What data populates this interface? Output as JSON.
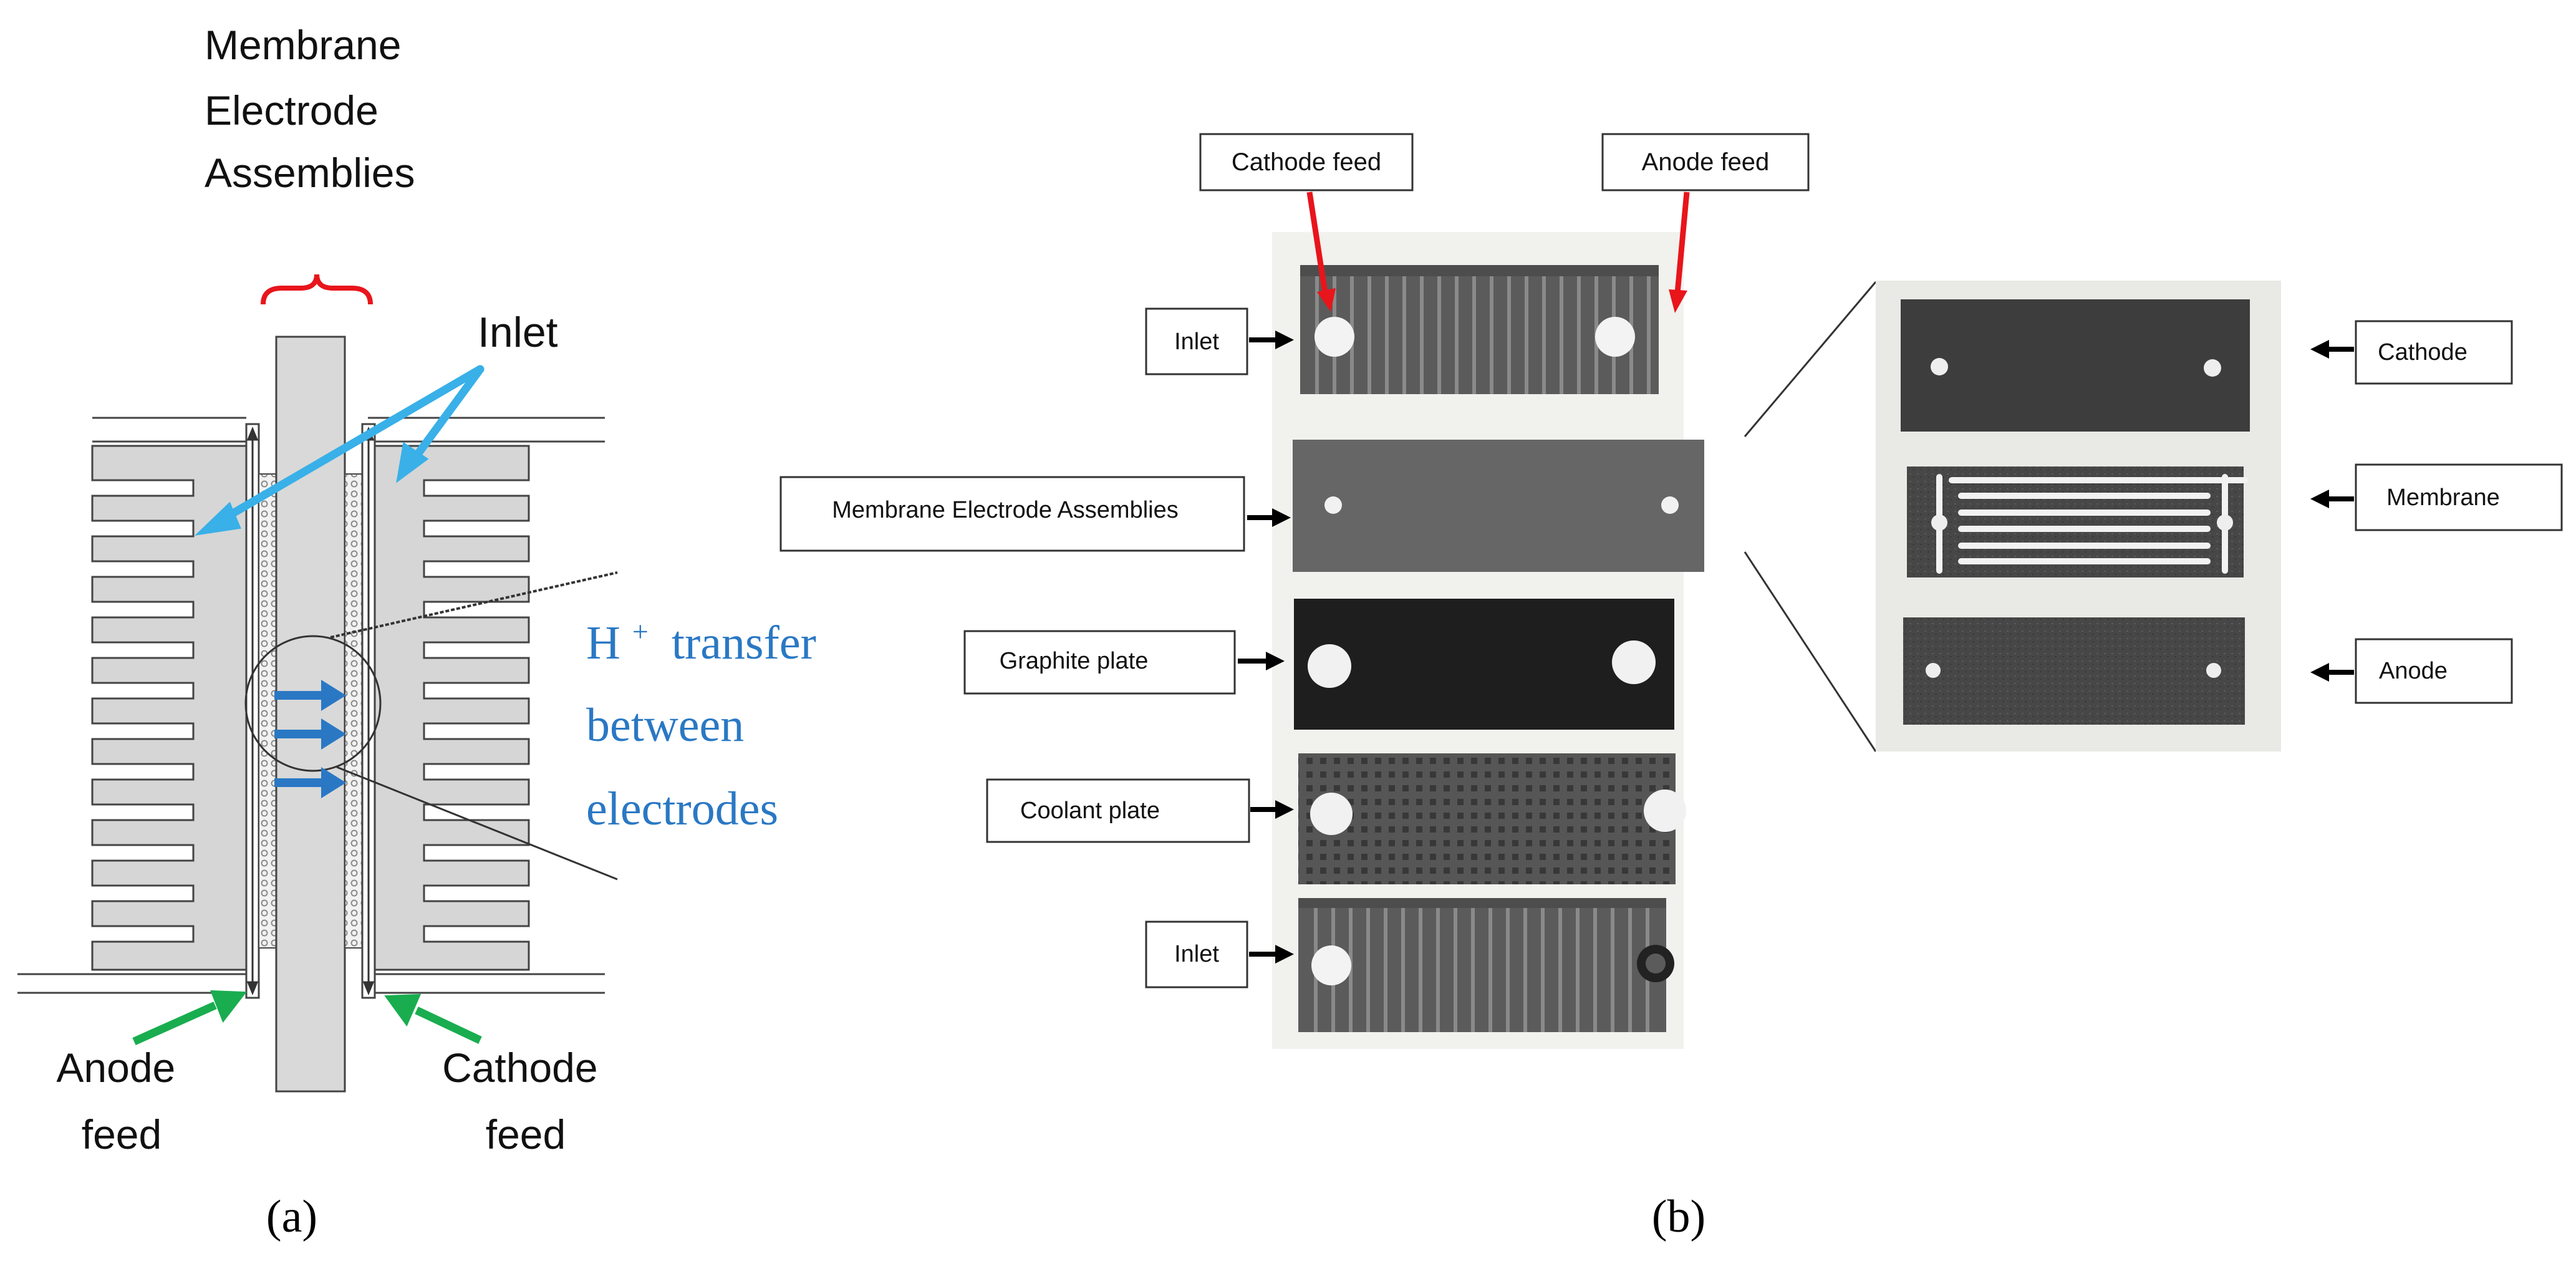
{
  "panel_a": {
    "title_lines": [
      "Membrane",
      "Electrode",
      "Assemblies"
    ],
    "inlet": "Inlet",
    "proton_lines": [
      "transfer",
      "between",
      "electrodes"
    ],
    "proton_symbol": "H",
    "proton_superscript": "+",
    "anode_feed_lines": [
      "Anode",
      "feed"
    ],
    "cathode_feed_lines": [
      "Cathode",
      "feed"
    ],
    "caption": "(a)",
    "colors": {
      "bracket": "#e8151b",
      "inlet_arrow": "#39b0e8",
      "proton": "#2a78c4",
      "feed_arrow": "#19ad4f",
      "plate": "#d6d6d6"
    }
  },
  "panel_b": {
    "top_labels": {
      "cathode_feed": "Cathode feed",
      "anode_feed": "Anode feed"
    },
    "stack_labels": [
      "Inlet",
      "Membrane Electrode Assemblies",
      "Graphite plate",
      "Coolant plate",
      "Inlet"
    ],
    "detail_labels": [
      "Cathode",
      "Membrane",
      "Anode"
    ],
    "caption": "(b)",
    "colors": {
      "feed_arrow": "#e8151b",
      "label_arrow": "#000000"
    }
  }
}
